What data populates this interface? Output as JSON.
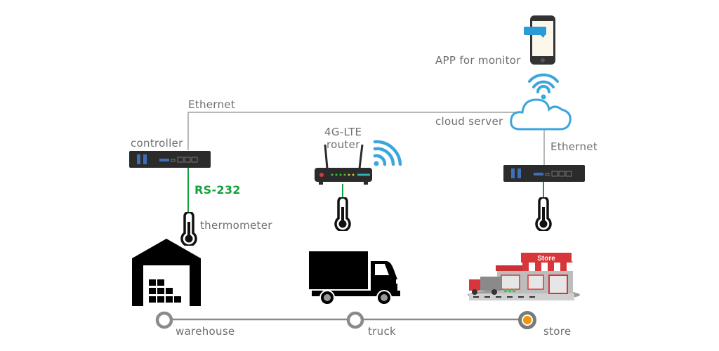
{
  "labels": {
    "app_for_monitor": "APP for monitor",
    "ethernet_top": "Ethernet",
    "cloud_server": "cloud server",
    "controller": "controller",
    "router": "4G-LTE\nrouter",
    "router_line1": "4G-LTE",
    "router_line2": "router",
    "ethernet_right": "Ethernet",
    "rs232": "RS-232",
    "thermometer": "thermometer",
    "store_sign": "Store"
  },
  "timeline": {
    "stops": [
      {
        "label": "warehouse",
        "active": false
      },
      {
        "label": "truck",
        "active": false
      },
      {
        "label": "store",
        "active": true
      }
    ]
  },
  "colors": {
    "line_gray": "#9a9a9a",
    "serial_green": "#14a03c",
    "wifi_blue": "#3aa6dd",
    "device_dark": "#2b2b2b",
    "port_blue": "#3f6fb8",
    "active_dot": "#f0960a",
    "store_red": "#d8363a"
  }
}
